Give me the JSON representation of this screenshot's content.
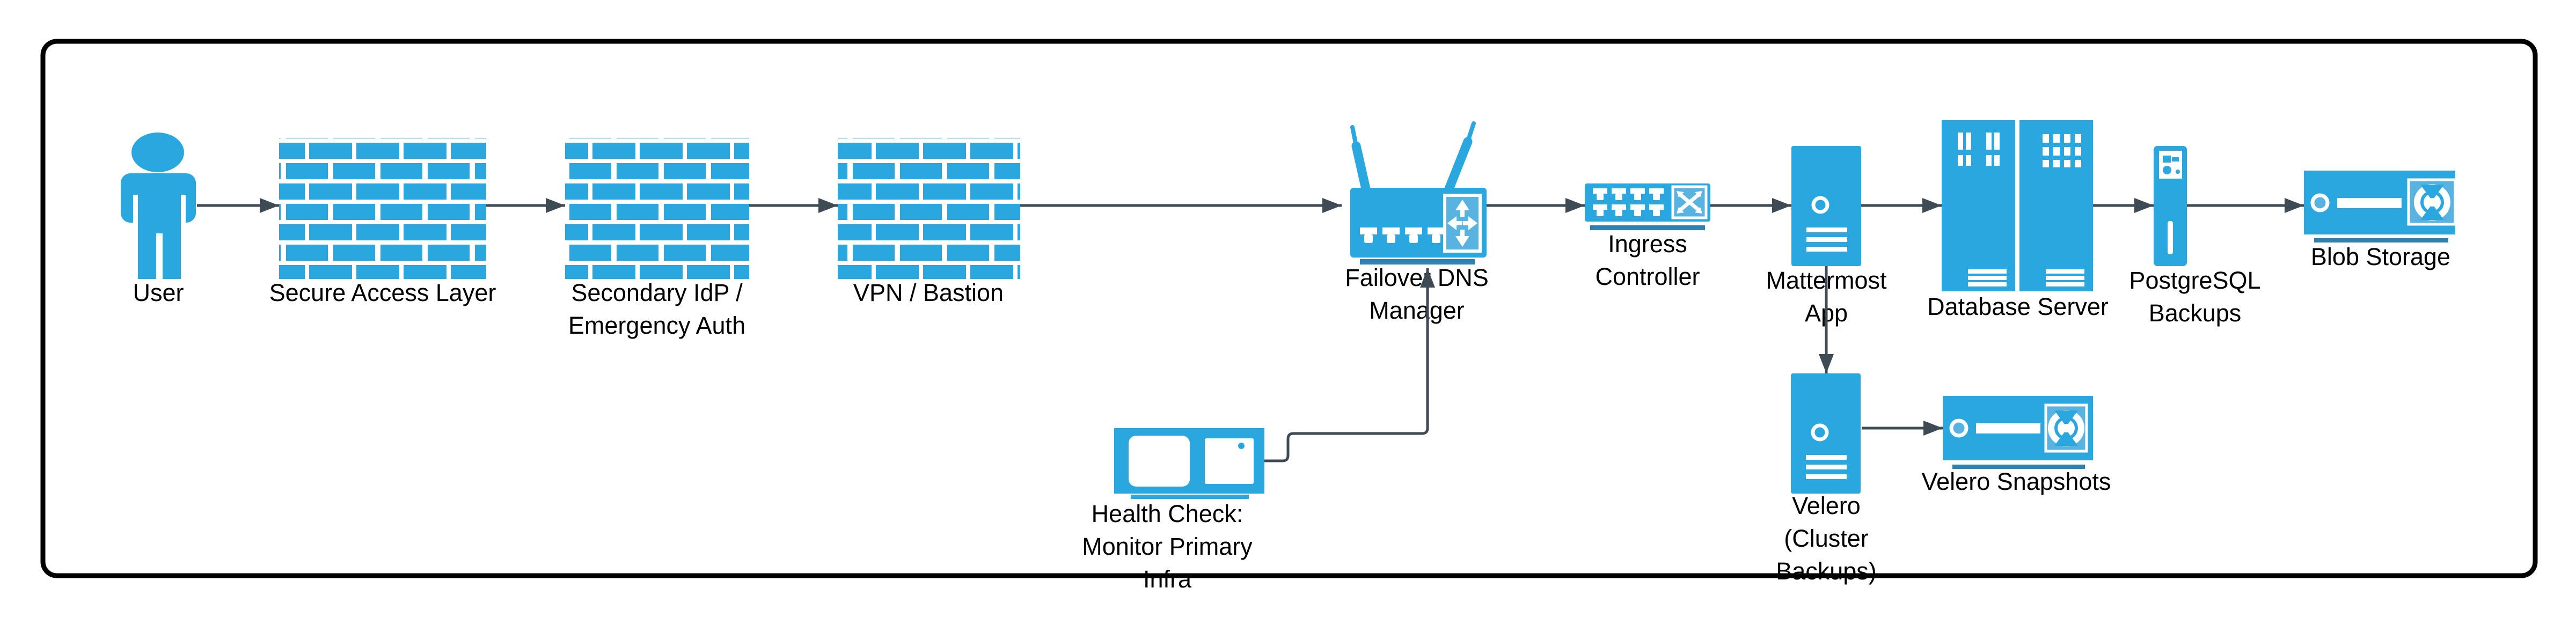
{
  "diagram": {
    "type": "architecture-flow",
    "colors": {
      "node_fill": "#2AA7DF",
      "node_fill_light": "#58B3E1",
      "underline_bar": "#2E81B0",
      "connector": "#3E4A54",
      "border": "#000000",
      "label_text": "#000000",
      "background": "#FFFFFF"
    },
    "nodes": {
      "user": {
        "icon": "person",
        "lines": [
          "User"
        ]
      },
      "secure_access": {
        "icon": "firewall",
        "lines": [
          "Secure Access Layer"
        ]
      },
      "secondary_idp": {
        "icon": "firewall",
        "lines": [
          "Secondary IdP /",
          "Emergency Auth"
        ]
      },
      "vpn_bastion": {
        "icon": "firewall",
        "lines": [
          "VPN / Bastion"
        ]
      },
      "failover_dns": {
        "icon": "wireless-router",
        "lines": [
          "Failover DNS",
          "Manager"
        ]
      },
      "ingress": {
        "icon": "switch",
        "lines": [
          "Ingress",
          "Controller"
        ]
      },
      "mattermost": {
        "icon": "server-tower",
        "lines": [
          "Mattermost",
          "App"
        ]
      },
      "database": {
        "icon": "server-racks",
        "lines": [
          "Database Server"
        ]
      },
      "postgresql": {
        "icon": "backup-server",
        "lines": [
          "PostgreSQL",
          "Backups"
        ]
      },
      "blob": {
        "icon": "storage-device",
        "lines": [
          "Blob Storage"
        ]
      },
      "health_check": {
        "icon": "monitor-devices",
        "lines": [
          "Health Check:",
          "Monitor Primary",
          "Infra"
        ]
      },
      "velero": {
        "icon": "server-tower",
        "lines": [
          "Velero",
          "(Cluster",
          "Backups)"
        ]
      },
      "velero_snapshots": {
        "icon": "storage-device",
        "lines": [
          "Velero Snapshots"
        ]
      }
    },
    "edges": [
      {
        "from": "user",
        "to": "secure_access"
      },
      {
        "from": "secure_access",
        "to": "secondary_idp"
      },
      {
        "from": "secondary_idp",
        "to": "vpn_bastion"
      },
      {
        "from": "vpn_bastion",
        "to": "failover_dns"
      },
      {
        "from": "failover_dns",
        "to": "ingress"
      },
      {
        "from": "ingress",
        "to": "mattermost"
      },
      {
        "from": "mattermost",
        "to": "database"
      },
      {
        "from": "database",
        "to": "postgresql"
      },
      {
        "from": "postgresql",
        "to": "blob"
      },
      {
        "from": "mattermost",
        "to": "velero"
      },
      {
        "from": "velero",
        "to": "velero_snapshots"
      },
      {
        "from": "health_check",
        "to": "failover_dns"
      }
    ]
  }
}
